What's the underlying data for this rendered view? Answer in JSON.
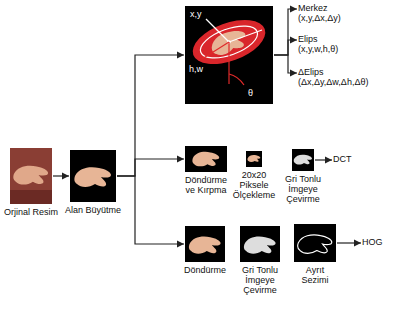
{
  "diagram": {
    "nodes": [
      {
        "text": [
          "Orjinal Resim"
        ]
      },
      {
        "text": [
          "Alan Büyütme"
        ]
      },
      {
        "text": [
          "x,y",
          "h,w",
          "θ"
        ]
      },
      {
        "text": [
          "Merkez",
          "(x,y,Δx,Δy)"
        ]
      },
      {
        "text": [
          "Elips",
          "(x,y,w,h,θ)"
        ]
      },
      {
        "text": [
          "ΔElips",
          "(Δx,Δy,Δw,Δh,Δθ)"
        ]
      },
      {
        "text": [
          "Döndürme ve Kırpma"
        ]
      },
      {
        "text": [
          "20x20 Piksele Ölçekleme"
        ]
      },
      {
        "text": [
          "Gri Tonlu İmgeye Çevirme"
        ]
      },
      {
        "text": [
          "DCT"
        ]
      },
      {
        "text": [
          "Döndürme"
        ]
      },
      {
        "text": [
          "Gri Tonlu İmgeye Çevirme"
        ]
      },
      {
        "text": [
          "Ayrıt Sezimi"
        ]
      },
      {
        "text": [
          "HOG"
        ]
      }
    ],
    "edges": [
      {
        "from": 0,
        "to": 1,
        "arrow": "to"
      },
      {
        "from": 1,
        "to": 2,
        "arrow": "to"
      },
      {
        "from": 1,
        "to": 6,
        "arrow": "to"
      },
      {
        "from": 1,
        "to": 10,
        "arrow": "to"
      },
      {
        "from": 2,
        "to": 3,
        "arrow": "to"
      },
      {
        "from": 2,
        "to": 4,
        "arrow": "to"
      },
      {
        "from": 2,
        "to": 5,
        "arrow": "to"
      },
      {
        "from": 8,
        "to": 9,
        "arrow": "to"
      },
      {
        "from": 12,
        "to": 13,
        "arrow": "to"
      }
    ]
  }
}
